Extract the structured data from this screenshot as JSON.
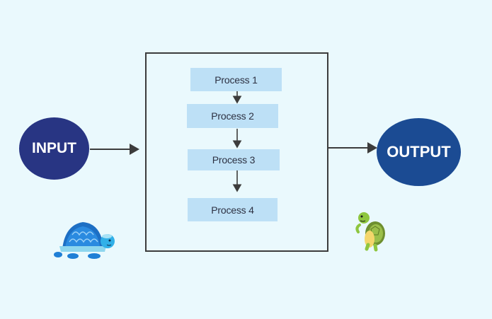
{
  "input": {
    "label": "INPUT",
    "color": "#283583"
  },
  "output": {
    "label": "OUTPUT",
    "color": "#1b4b93"
  },
  "processes": [
    {
      "label": "Process 1"
    },
    {
      "label": "Process 2"
    },
    {
      "label": "Process 3"
    },
    {
      "label": "Process 4"
    }
  ],
  "colors": {
    "background": "#eaf9fd",
    "process_fill": "#bde0f6",
    "line": "#3c3c3c"
  },
  "icons": {
    "left": "blue-turtle-icon",
    "right": "green-turtle-icon"
  }
}
